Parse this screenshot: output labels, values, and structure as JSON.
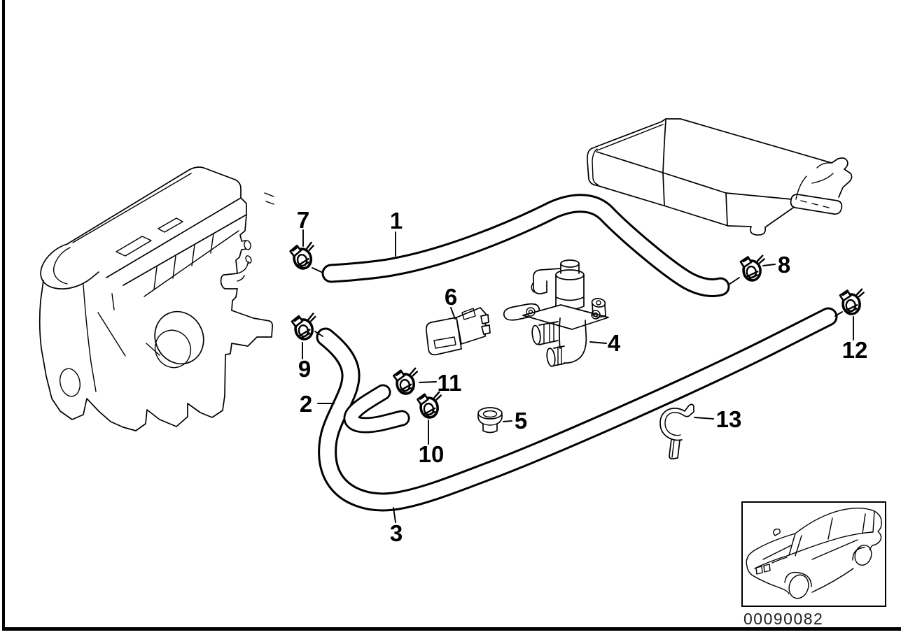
{
  "colors": {
    "line": "#000000",
    "background": "#ffffff"
  },
  "callouts": [
    "1",
    "2",
    "3",
    "4",
    "5",
    "6",
    "7",
    "8",
    "9",
    "10",
    "11",
    "12",
    "13"
  ],
  "footer": {
    "drawing_number": "00090082"
  },
  "icons": [
    "engine-icon",
    "heater-core-icon",
    "water-valve-icon",
    "electrical-connector-icon",
    "heater-hose-icon",
    "hose-clamp-icon",
    "grommet-icon",
    "hose-clip-icon",
    "car-thumbnail-icon"
  ]
}
